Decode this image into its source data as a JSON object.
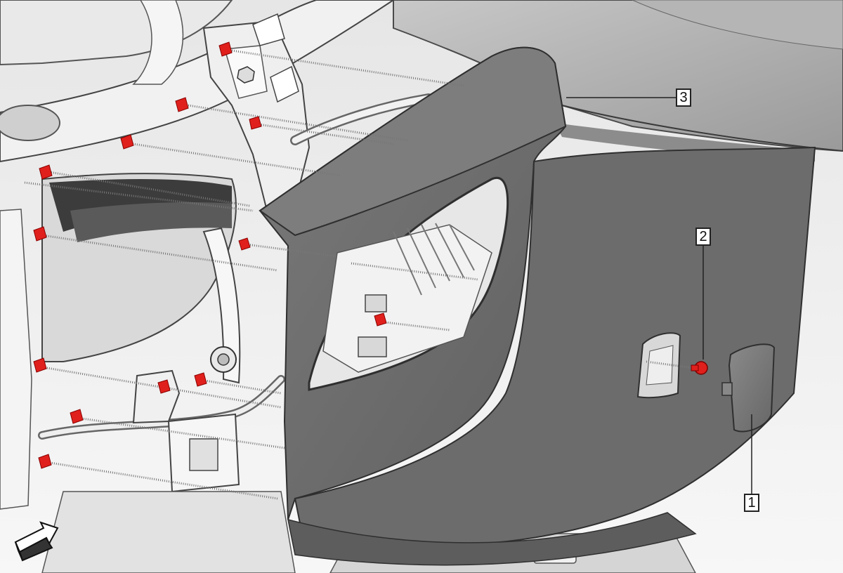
{
  "callouts": {
    "trim_panel": "3",
    "fastener": "2",
    "cover": "1"
  },
  "colors": {
    "panel_dark": "#6f6f6f",
    "panel_shadow": "#5a5a5a",
    "structure_light": "#ececec",
    "outline": "#3a3a3a",
    "clip_red": "#e0201c"
  },
  "icons": {
    "direction": "view-direction-arrow-icon"
  }
}
